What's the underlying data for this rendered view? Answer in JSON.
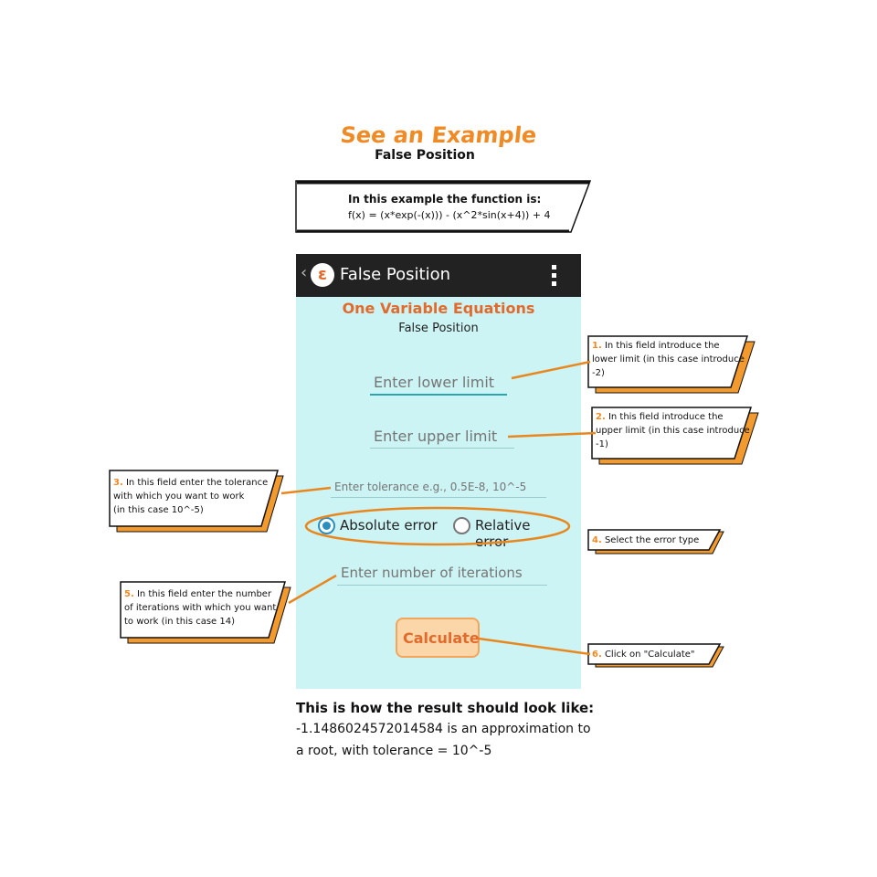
{
  "heading": "See an Example",
  "subheading": "False Position",
  "function_box": {
    "line1": "In this example the function is:",
    "line2": "f(x)  = (x*exp(-(x))) - (x^2*sin(x+4)) + 4"
  },
  "app": {
    "back": "‹",
    "logo": "ε",
    "title": "False Position",
    "screen_title": "One Variable Equations",
    "screen_subtitle": "False Position",
    "lower_placeholder": "Enter lower limit",
    "upper_placeholder": "Enter upper limit",
    "tolerance_placeholder": "Enter tolerance e.g., 0.5E-8, 10^-5",
    "iterations_placeholder": "Enter number of iterations",
    "radio_absolute": "Absolute error",
    "radio_relative": "Relative error",
    "calculate": "Calculate"
  },
  "callouts": {
    "c1": {
      "num": "1.",
      "text1": " In this field introduce the",
      "text2": "lower limit (in this case introduce",
      "text3": "-2)"
    },
    "c2": {
      "num": "2.",
      "text1": " In this field introduce the",
      "text2": "upper limit (in this case introduce",
      "text3": "-1)"
    },
    "c3": {
      "num": "3.",
      "text1": " In this field enter the tolerance",
      "text2": "with which you want to work",
      "text3": "(in this case 10^-5)"
    },
    "c4": {
      "num": "4.",
      "text1": " Select the error type"
    },
    "c5": {
      "num": "5.",
      "text1": " In this field enter the number",
      "text2": "of iterations with which you want",
      "text3": "to work (in this case 14)"
    },
    "c6": {
      "num": "6.",
      "text1": " Click on \"Calculate\""
    }
  },
  "result": {
    "heading": "This is how the result should look like:",
    "line1": "-1.1486024572014584 is an approximation to",
    "line2": "a root, with tolerance = 10^-5"
  },
  "colors": {
    "accent": "#f08a24",
    "screen_bg": "#cdf4f4",
    "actionbar": "#222222"
  }
}
